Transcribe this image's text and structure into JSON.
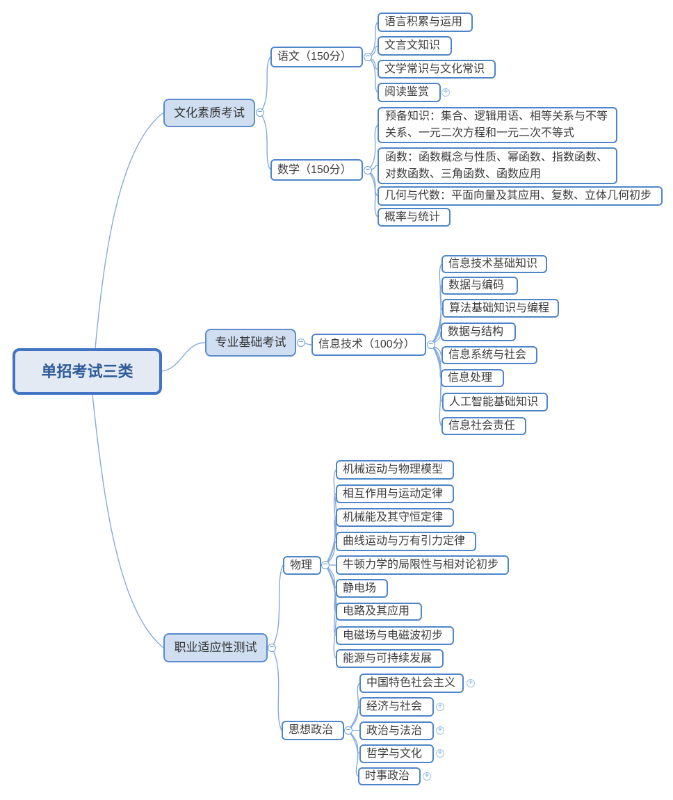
{
  "root": {
    "label": "单招考试三类"
  },
  "branches": [
    {
      "label": "文化素质考试",
      "subjects": [
        {
          "label": "语文（150分）",
          "topics": [
            {
              "label": "语言积累与运用"
            },
            {
              "label": "文言文知识"
            },
            {
              "label": "文学常识与文化常识"
            },
            {
              "label": "阅读鉴赏",
              "expandable": true
            }
          ]
        },
        {
          "label": "数学（150分）",
          "topics": [
            {
              "label": "预备知识：集合、逻辑用语、相等关系与不等关系、一元二次方程和一元二次不等式"
            },
            {
              "label": "函数：函数概念与性质、幂函数、指数函数、对数函数、三角函数、函数应用"
            },
            {
              "label": "几何与代数：平面向量及其应用、复数、立体几何初步"
            },
            {
              "label": "概率与统计"
            }
          ]
        }
      ]
    },
    {
      "label": "专业基础考试",
      "subjects": [
        {
          "label": "信息技术（100分）",
          "topics": [
            {
              "label": "信息技术基础知识"
            },
            {
              "label": "数据与编码"
            },
            {
              "label": "算法基础知识与编程"
            },
            {
              "label": "数据与结构"
            },
            {
              "label": "信息系统与社会"
            },
            {
              "label": "信息处理"
            },
            {
              "label": "人工智能基础知识"
            },
            {
              "label": "信息社会责任"
            }
          ]
        }
      ]
    },
    {
      "label": "职业适应性测试",
      "subjects": [
        {
          "label": "物理",
          "topics": [
            {
              "label": "机械运动与物理模型"
            },
            {
              "label": "相互作用与运动定律"
            },
            {
              "label": "机械能及其守恒定律"
            },
            {
              "label": "曲线运动与万有引力定律"
            },
            {
              "label": "牛顿力学的局限性与相对论初步"
            },
            {
              "label": "静电场"
            },
            {
              "label": "电路及其应用"
            },
            {
              "label": "电磁场与电磁波初步"
            },
            {
              "label": "能源与可持续发展"
            }
          ]
        },
        {
          "label": "思想政治",
          "topics": [
            {
              "label": "中国特色社会主义",
              "expandable": true
            },
            {
              "label": "经济与社会",
              "expandable": true
            },
            {
              "label": "政治与法治",
              "expandable": true
            },
            {
              "label": "哲学与文化",
              "expandable": true
            },
            {
              "label": "时事政治",
              "expandable": true
            }
          ]
        }
      ]
    }
  ],
  "icons": {
    "collapse": "−",
    "expand": "+"
  },
  "colors": {
    "root_border": "#4273C4",
    "root_fill": "#E4EAF4",
    "root_text": "#2E5B98",
    "branch_border": "#5B8BC9",
    "branch_fill": "#CFDEF1",
    "node_border": "#4E85C8",
    "node_fill": "#FFFFFF",
    "connector": "#85A9DC",
    "text": "#3B3B3B"
  }
}
